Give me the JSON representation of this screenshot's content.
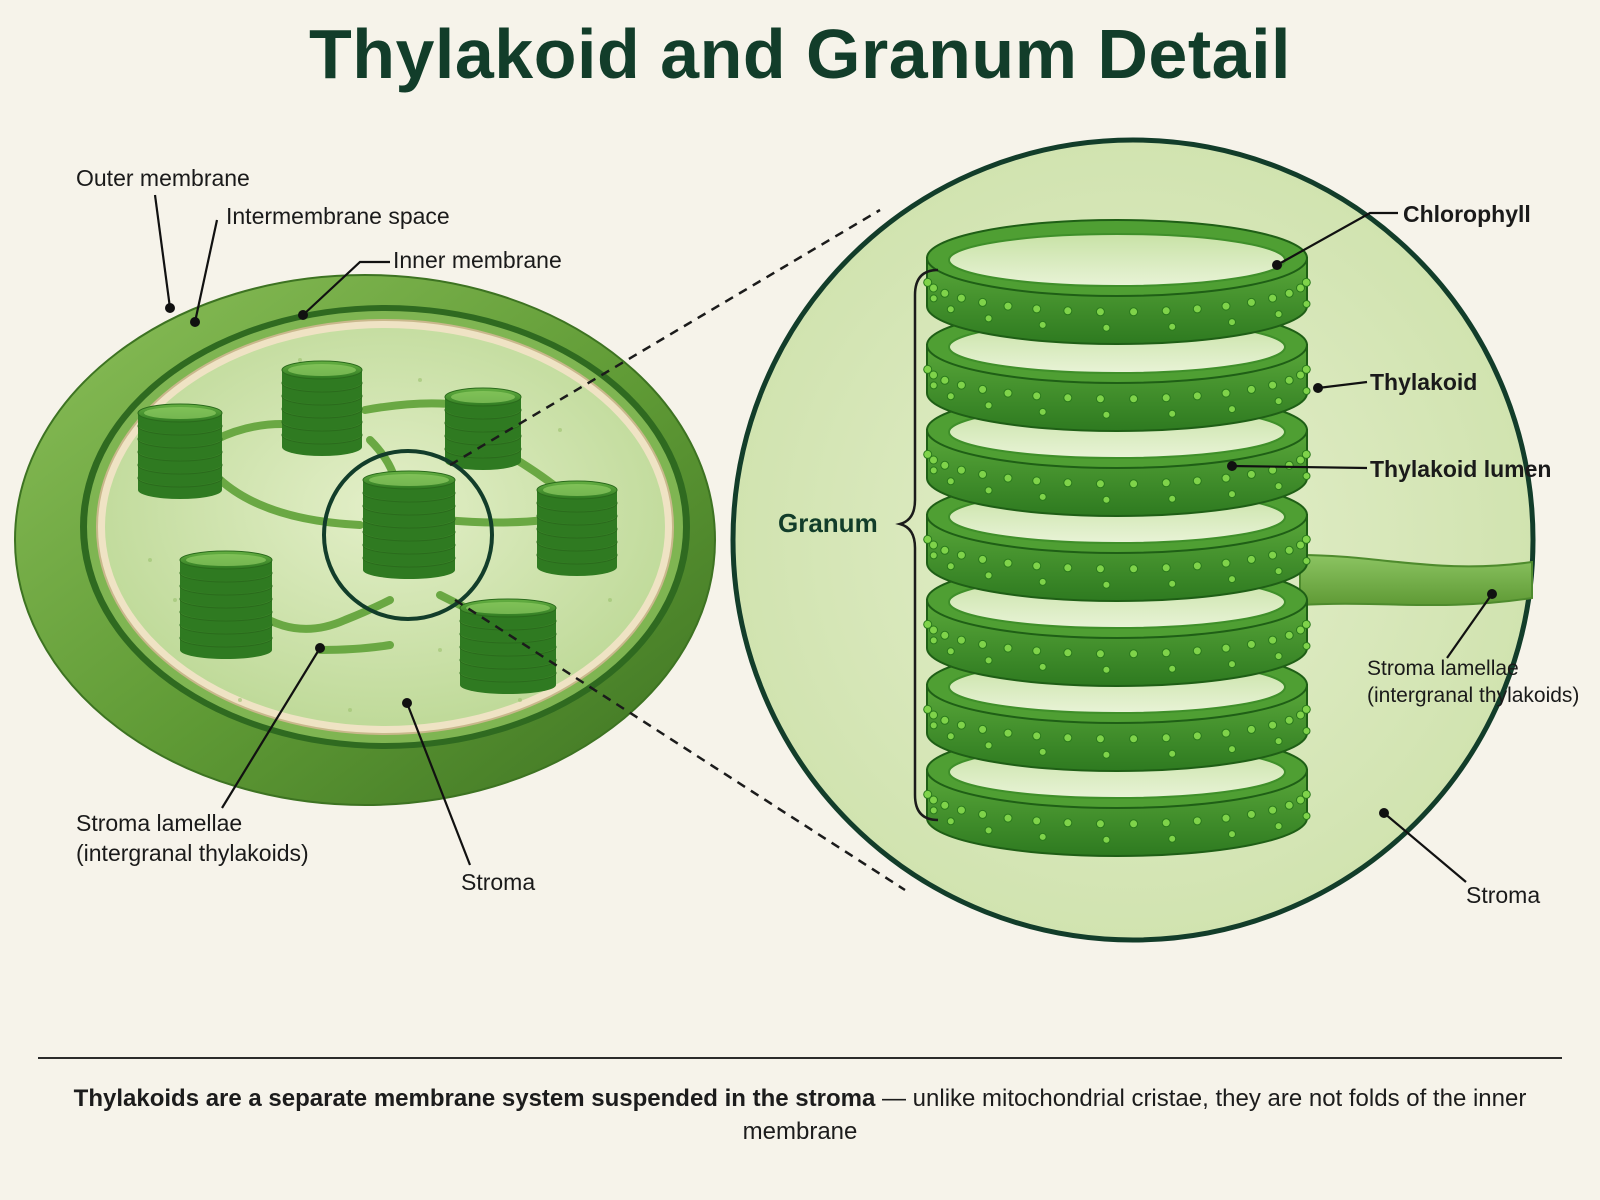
{
  "title": "Thylakoid and Granum Detail",
  "labels": {
    "outer_membrane": "Outer membrane",
    "intermembrane_space": "Intermembrane space",
    "inner_membrane": "Inner membrane",
    "stroma_lamellae_left_1": "Stroma lamellae",
    "stroma_lamellae_left_2": "(intergranal thylakoids)",
    "stroma_left": "Stroma",
    "chlorophyll": "Chlorophyll",
    "thylakoid": "Thylakoid",
    "thylakoid_lumen": "Thylakoid lumen",
    "granum": "Granum",
    "stroma_lamellae_right_1": "Stroma lamellae",
    "stroma_lamellae_right_2": "(intergranal thylakoids)",
    "stroma_right": "Stroma"
  },
  "caption": {
    "bold_part": "Thylakoids are a separate membrane system suspended in the stroma",
    "rest": " — unlike mitochondrial cristae, they are not folds of the inner membrane"
  },
  "colors": {
    "dark_green": "#123d2a",
    "leaf_green": "#5f9a35",
    "disc_green": "#3f8f2a",
    "light_green": "#d8e8b8",
    "background": "#f6f3ea"
  }
}
